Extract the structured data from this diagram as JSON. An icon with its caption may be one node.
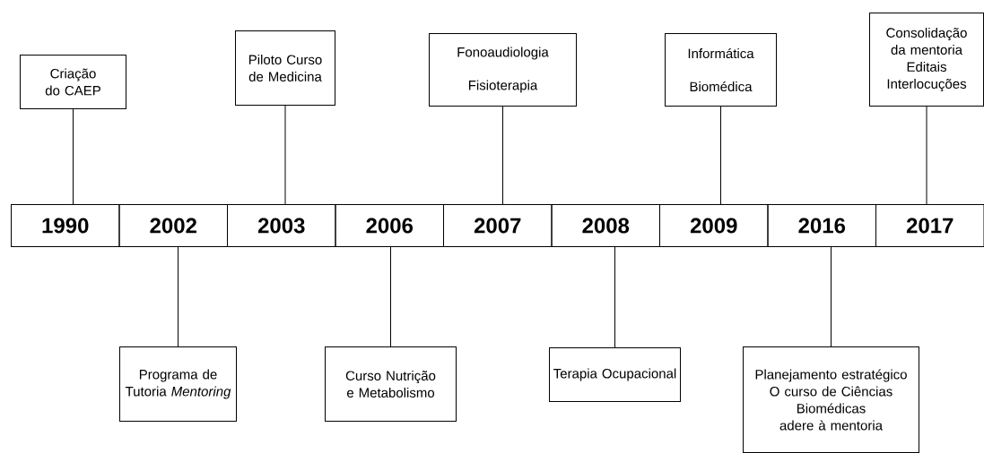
{
  "diagram": {
    "nodes": [
      {
        "text": [
          "1990"
        ]
      },
      {
        "text": [
          "2002"
        ]
      },
      {
        "text": [
          "2003"
        ]
      },
      {
        "text": [
          "2006"
        ]
      },
      {
        "text": [
          "2007"
        ]
      },
      {
        "text": [
          "2008"
        ]
      },
      {
        "text": [
          "2009"
        ]
      },
      {
        "text": [
          "2016"
        ]
      },
      {
        "text": [
          "2017"
        ]
      },
      {
        "text": [
          "Criação do CAEP"
        ]
      },
      {
        "text": [
          "Programa de Tutoria *Mentoring*"
        ]
      },
      {
        "text": [
          "Piloto Curso de Medicina"
        ]
      },
      {
        "text": [
          "Curso Nutrição e Metabolismo"
        ]
      },
      {
        "text": [
          "Fonoaudiologia",
          "Fisioterapia"
        ]
      },
      {
        "text": [
          "Terapia Ocupacional"
        ]
      },
      {
        "text": [
          "Informática",
          "Biomédica"
        ]
      },
      {
        "text": [
          "Planejamento estratégico",
          "O curso de Ciências Biomédicas adere à mentoria"
        ]
      },
      {
        "text": [
          "Consolidação da mentoria",
          "Editais",
          "Interlocuções"
        ]
      }
    ],
    "edges": [
      {
        "from": 0,
        "to": 9,
        "arrow": "none"
      },
      {
        "from": 1,
        "to": 10,
        "arrow": "none"
      },
      {
        "from": 2,
        "to": 11,
        "arrow": "none"
      },
      {
        "from": 3,
        "to": 12,
        "arrow": "none"
      },
      {
        "from": 4,
        "to": 13,
        "arrow": "none"
      },
      {
        "from": 5,
        "to": 14,
        "arrow": "none"
      },
      {
        "from": 6,
        "to": 15,
        "arrow": "none"
      },
      {
        "from": 7,
        "to": 16,
        "arrow": "none"
      },
      {
        "from": 8,
        "to": 17,
        "arrow": "none"
      }
    ]
  }
}
